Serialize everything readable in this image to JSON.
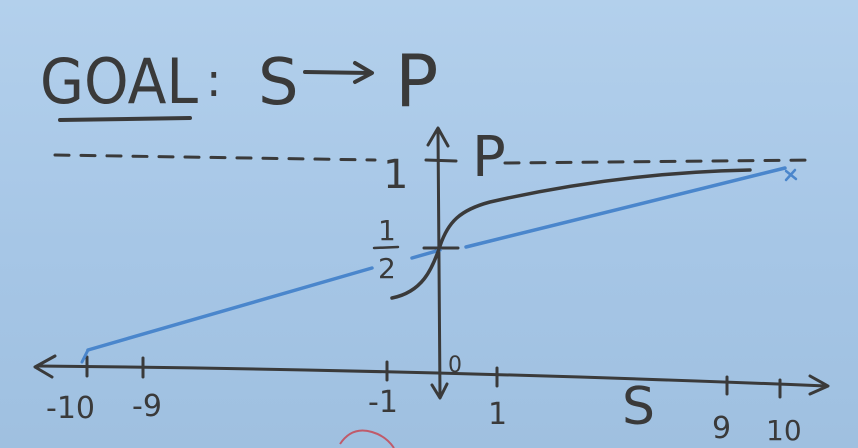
{
  "title": {
    "goal": "GOAL",
    "colon": ":",
    "s": "S",
    "p": "P"
  },
  "axes": {
    "y_label": "P",
    "x_label": "S",
    "origin": "0",
    "y_one": "1",
    "y_half_num": "1",
    "y_half_den": "2",
    "x_ticks": [
      "-10",
      "-9",
      "-1",
      "1",
      "9",
      "10"
    ]
  },
  "colors": {
    "board": "#a9c8e6",
    "marker": "#3a3a3a",
    "blue_marker": "#4a86cc",
    "red_mark": "#c05a6a"
  }
}
